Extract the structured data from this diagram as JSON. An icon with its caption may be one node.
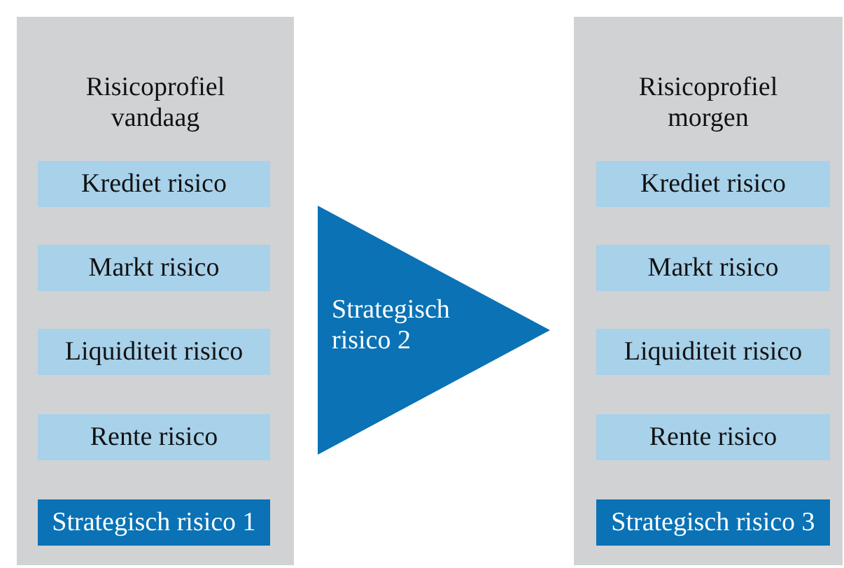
{
  "diagram": {
    "nodes": [
      {
        "text": [
          "Risicoprofiel vandaag"
        ]
      },
      {
        "text": [
          "Krediet risico"
        ],
        "in": 0
      },
      {
        "text": [
          "Markt risico"
        ],
        "in": 0
      },
      {
        "text": [
          "Liquiditeit risico"
        ],
        "in": 0
      },
      {
        "text": [
          "Rente risico"
        ],
        "in": 0
      },
      {
        "text": [
          "Strategisch risico 1"
        ],
        "in": 0
      },
      {
        "text": [
          "Strategisch risico 2"
        ]
      },
      {
        "text": [
          "Risicoprofiel morgen"
        ]
      },
      {
        "text": [
          "Krediet risico"
        ],
        "in": 7
      },
      {
        "text": [
          "Markt risico"
        ],
        "in": 7
      },
      {
        "text": [
          "Liquiditeit risico"
        ],
        "in": 7
      },
      {
        "text": [
          "Rente risico"
        ],
        "in": 7
      },
      {
        "text": [
          "Strategisch risico 3"
        ],
        "in": 7
      }
    ]
  }
}
